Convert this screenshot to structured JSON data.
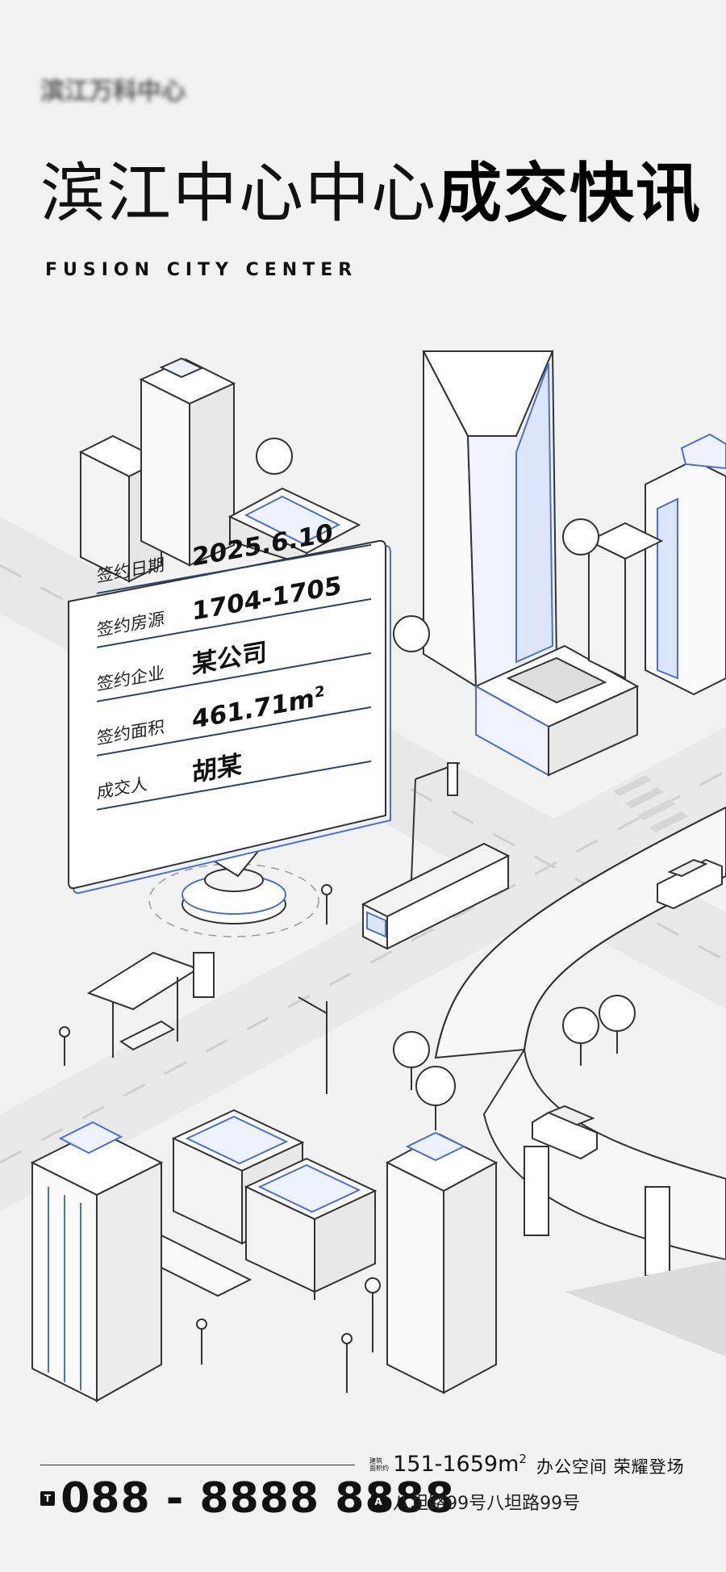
{
  "header": {
    "brand": "滨江万科中心",
    "title_main": "滨江中心中心",
    "title_bold": "成交快讯",
    "subtitle": "FUSION CITY CENTER"
  },
  "card": {
    "rows": [
      {
        "label": "签约日期",
        "value": "2025.6.10"
      },
      {
        "label": "签约房源",
        "value": "1704-1705"
      },
      {
        "label": "签约企业",
        "value": "某公司"
      },
      {
        "label": "签约面积",
        "value": "461.71m",
        "unit_sup": "2"
      },
      {
        "label": "成交人",
        "value": "胡某"
      }
    ]
  },
  "footer": {
    "phone_badge": "T",
    "phone": "088 - 8888 8888",
    "area_label_line1": "建筑",
    "area_label_line2": "面积约",
    "area_value": "151-1659m",
    "area_sup": "2",
    "tagline": "办公空间 荣耀登场",
    "address_badge": "A",
    "address": "八坦路99号八坦路99号"
  },
  "colors": {
    "accent_blue": "#4a6fd1",
    "navy": "#2b3f6f",
    "line": "#333333",
    "background": "#f2f2f2"
  }
}
